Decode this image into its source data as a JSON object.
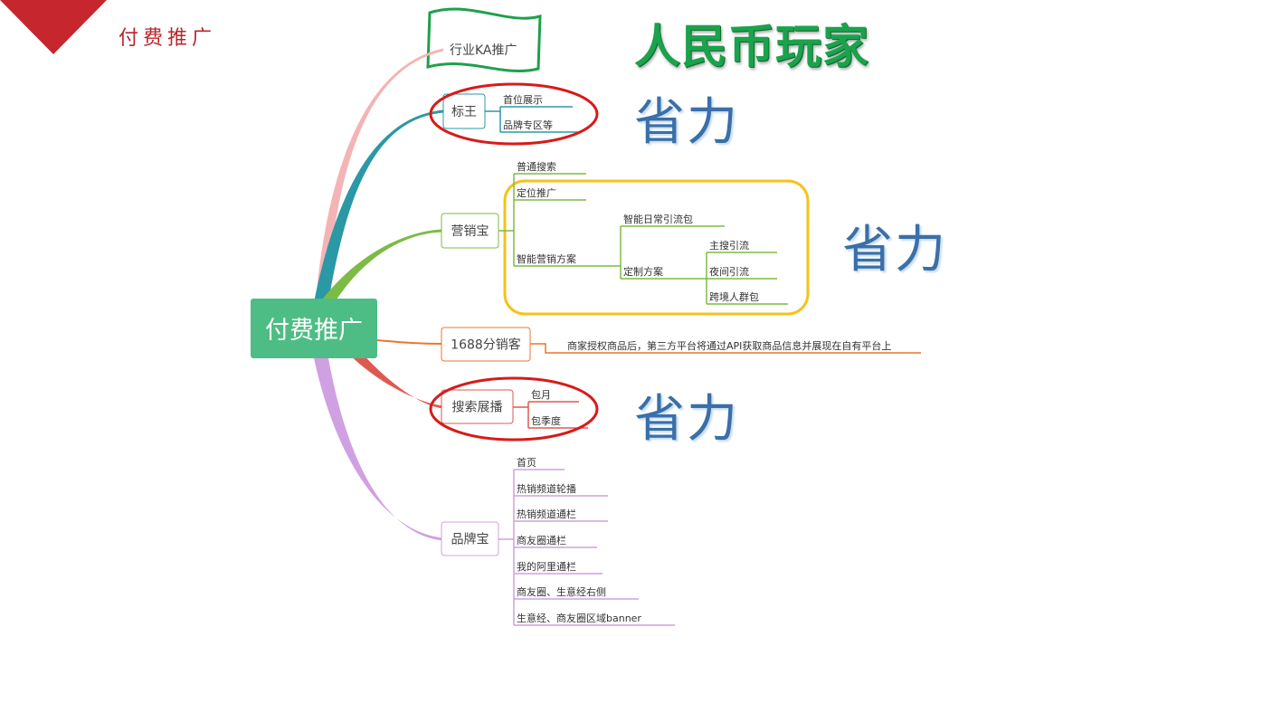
{
  "page_title": "付费推广",
  "banner_rmb": "人民币玩家",
  "banner_saving": [
    "省力",
    "省力",
    "省力"
  ],
  "colors": {
    "corner": "#c6262e",
    "root": "#4dbd85",
    "ka": "#f4b4b4",
    "biaowang": "#2b98a5",
    "yingxiao": "#7dbb44",
    "fenxiao": "#e9772f",
    "zhanbo": "#dd5a50",
    "pinpai": "#cfa0e2",
    "green_flag": "#1ea04b",
    "red_circle": "#d81a1a",
    "yellow_box": "#f5c21b"
  },
  "mindmap": {
    "root": "付费推广",
    "branches": [
      {
        "key": "ka",
        "label": "行业KA推广",
        "children": []
      },
      {
        "key": "biaowang",
        "label": "标王",
        "children": [
          {
            "label": "首位展示",
            "children": []
          },
          {
            "label": "品牌专区等",
            "children": []
          }
        ]
      },
      {
        "key": "yingxiao",
        "label": "营销宝",
        "children": [
          {
            "label": "普通搜索",
            "children": []
          },
          {
            "label": "定位推广",
            "children": []
          },
          {
            "label": "智能营销方案",
            "children": [
              {
                "label": "智能日常引流包",
                "children": []
              },
              {
                "label": "定制方案",
                "children": [
                  {
                    "label": "主搜引流"
                  },
                  {
                    "label": "夜间引流"
                  },
                  {
                    "label": "跨境人群包"
                  }
                ]
              }
            ]
          }
        ]
      },
      {
        "key": "fenxiao",
        "label": "1688分销客",
        "children": [
          {
            "label": "商家授权商品后，第三方平台将通过API获取商品信息并展现在自有平台上",
            "children": []
          }
        ]
      },
      {
        "key": "zhanbo",
        "label": "搜索展播",
        "children": [
          {
            "label": "包月",
            "children": []
          },
          {
            "label": "包季度",
            "children": []
          }
        ]
      },
      {
        "key": "pinpai",
        "label": "品牌宝",
        "children": [
          {
            "label": "首页",
            "children": []
          },
          {
            "label": "热销频道轮播",
            "children": []
          },
          {
            "label": "热销频道通栏",
            "children": []
          },
          {
            "label": "商友圈通栏",
            "children": []
          },
          {
            "label": "我的阿里通栏",
            "children": []
          },
          {
            "label": "商友圈、生意经右侧",
            "children": []
          },
          {
            "label": "生意经、商友圈区域banner",
            "children": []
          }
        ]
      }
    ]
  }
}
